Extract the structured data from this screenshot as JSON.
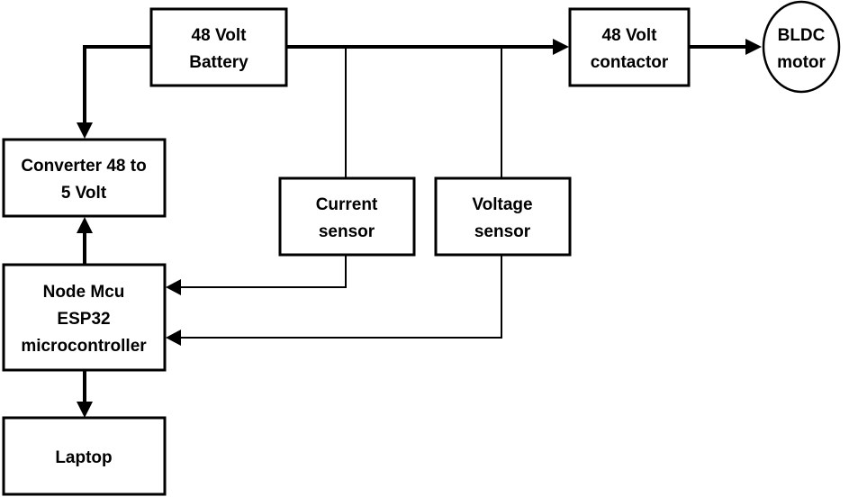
{
  "diagram": {
    "type": "block-diagram",
    "nodes": {
      "battery": {
        "lines": [
          "48 Volt",
          "Battery"
        ],
        "shape": "rectangle"
      },
      "contactor": {
        "lines": [
          "48 Volt",
          "contactor"
        ],
        "shape": "rectangle"
      },
      "motor": {
        "lines": [
          "BLDC",
          "motor"
        ],
        "shape": "circle"
      },
      "converter": {
        "lines": [
          "Converter 48 to",
          "5 Volt"
        ],
        "shape": "rectangle"
      },
      "current_sensor": {
        "lines": [
          "Current",
          "sensor"
        ],
        "shape": "rectangle"
      },
      "voltage_sensor": {
        "lines": [
          "Voltage",
          "sensor"
        ],
        "shape": "rectangle"
      },
      "mcu": {
        "lines": [
          "Node Mcu",
          "ESP32",
          "microcontroller"
        ],
        "shape": "rectangle"
      },
      "laptop": {
        "lines": [
          "Laptop"
        ],
        "shape": "rectangle"
      }
    },
    "edges": [
      {
        "from": "battery",
        "to": "contactor",
        "arrow": true
      },
      {
        "from": "contactor",
        "to": "motor",
        "arrow": true
      },
      {
        "from": "battery",
        "to": "converter",
        "arrow": true
      },
      {
        "from": "battery",
        "to": "current_sensor",
        "arrow": false
      },
      {
        "from": "battery",
        "to": "voltage_sensor",
        "arrow": false
      },
      {
        "from": "current_sensor",
        "to": "mcu",
        "arrow": true
      },
      {
        "from": "voltage_sensor",
        "to": "mcu",
        "arrow": true
      },
      {
        "from": "mcu",
        "to": "converter",
        "arrow": true
      },
      {
        "from": "mcu",
        "to": "laptop",
        "arrow": true
      }
    ],
    "colors": {
      "stroke": "#000000",
      "fill": "#ffffff",
      "text": "#000000"
    }
  }
}
